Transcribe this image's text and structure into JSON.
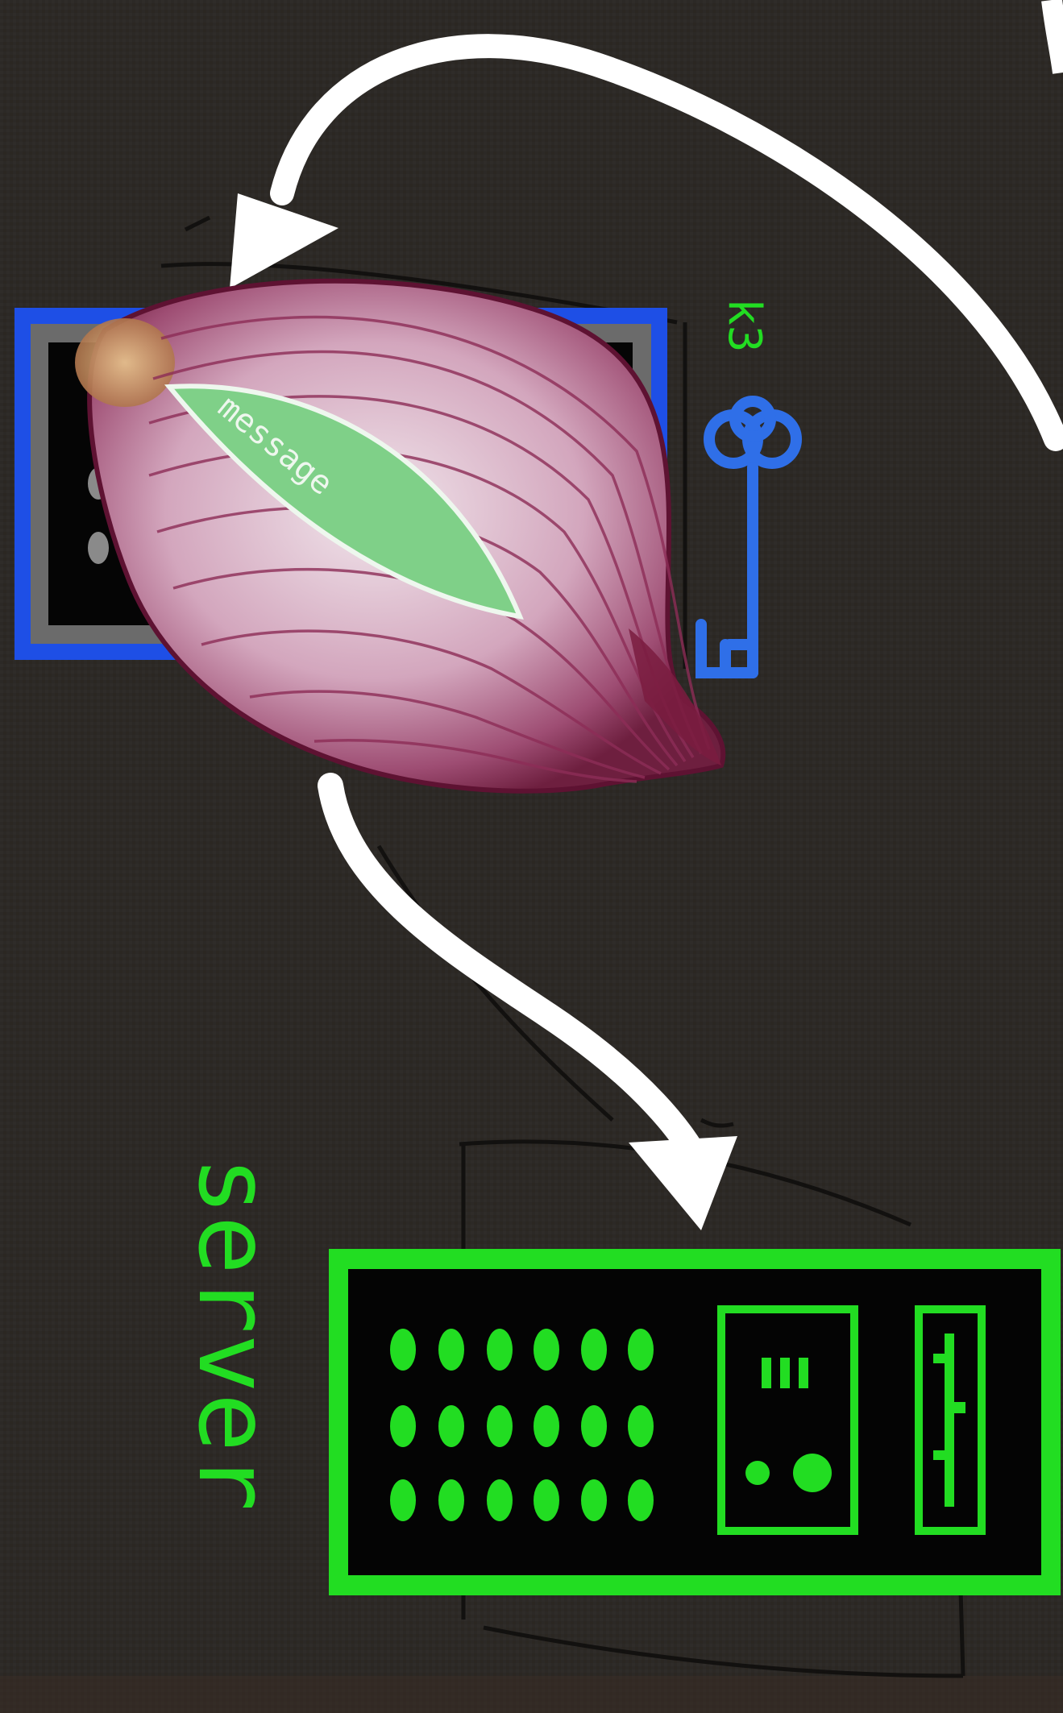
{
  "diagram": {
    "server_label": "server",
    "message_label": "message",
    "key_label": "k3",
    "colors": {
      "background": "#2b2825",
      "arrow": "#ffffff",
      "server_green": "#22dd22",
      "relay_blue": "#1e4fe6",
      "key_blue": "#2f6fe8",
      "message_leaf": "#7fd088",
      "onion": "#b47a98"
    },
    "icons": [
      "onion-icon",
      "key-icon",
      "server-icon",
      "relay-node-icon",
      "arrow-icon"
    ]
  }
}
